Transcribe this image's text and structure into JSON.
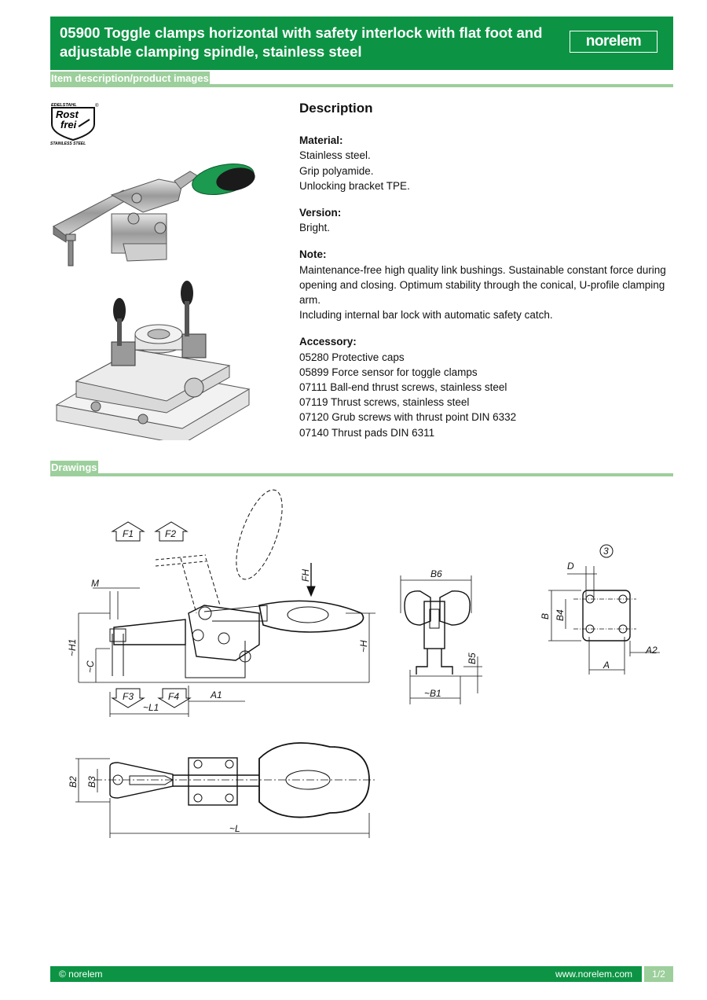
{
  "header": {
    "title_line1": "05900 Toggle clamps horizontal with safety interlock with flat foot and",
    "title_line2": "adjustable clamping spindle, stainless steel",
    "logo": "norelem"
  },
  "sections": {
    "item": "Item description/product images",
    "drawings": "Drawings"
  },
  "badge": {
    "top": "EDELSTAHL",
    "line1": "Rost",
    "line2": "frei",
    "bottom": "STAINLESS STEEL",
    "reg": "®"
  },
  "description": {
    "heading": "Description",
    "material": {
      "title": "Material:",
      "lines": [
        "Stainless steel.",
        "Grip polyamide.",
        "Unlocking bracket TPE."
      ]
    },
    "version": {
      "title": "Version:",
      "lines": [
        "Bright."
      ]
    },
    "note": {
      "title": "Note:",
      "lines": [
        "Maintenance-free high quality link bushings. Sustainable constant force during",
        "opening and closing. Optimum stability through the conical, U-profile clamping arm.",
        "Including internal bar lock with automatic safety catch."
      ]
    },
    "accessory": {
      "title": "Accessory:",
      "lines": [
        "05280 Protective caps",
        "05899 Force sensor for toggle clamps",
        "07111 Ball-end thrust screws, stainless steel",
        "07119 Thrust screws, stainless steel",
        "07120 Grub screws with thrust point DIN 6332",
        "07140 Thrust pads DIN 6311"
      ]
    }
  },
  "drawing_labels": {
    "F1": "F1",
    "F2": "F2",
    "F3": "F3",
    "F4": "F4",
    "FH": "FH",
    "M": "M",
    "H1": "~H1",
    "C": "~C",
    "H": "~H",
    "A1": "A1",
    "L1": "~L1",
    "B6": "B6",
    "B5": "B5",
    "B1": "~B1",
    "D": "D",
    "circ3": "3",
    "B": "B",
    "B4": "B4",
    "A2": "A2",
    "A": "A",
    "B2": "B2",
    "B3": "B3",
    "L": "~L"
  },
  "footer": {
    "copyright": "© norelem",
    "url": "www.norelem.com",
    "page": "1/2"
  },
  "colors": {
    "brand_green": "#0c9444",
    "light_green": "#9ccf9b",
    "grip_green": "#1c9a50"
  }
}
